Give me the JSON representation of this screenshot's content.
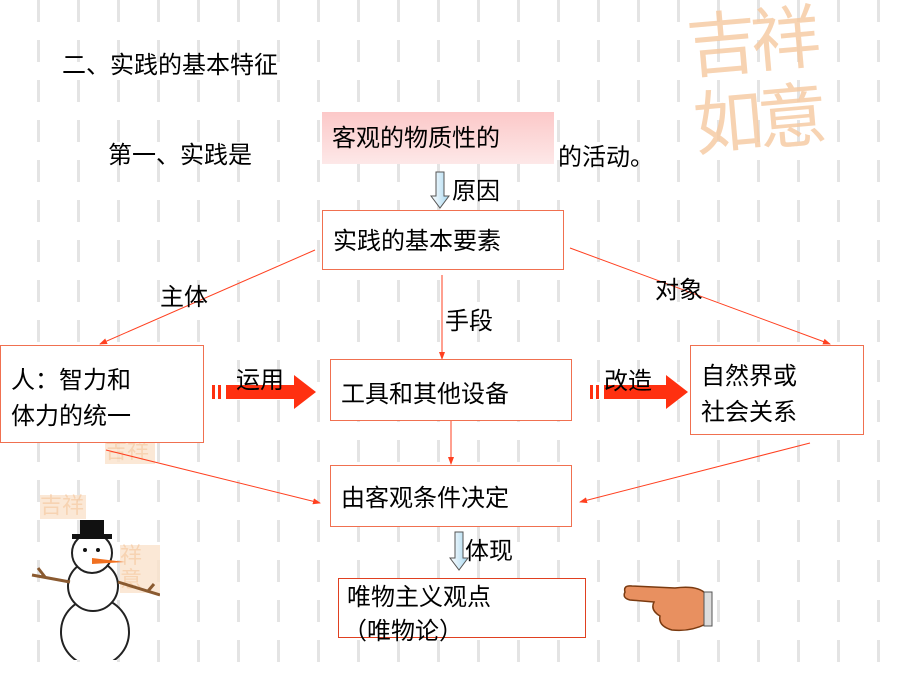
{
  "heading": "二、实践的基本特征",
  "line1": {
    "prefix": "第一、实践是",
    "highlight": "客观的物质性的",
    "suffix": "的活动。"
  },
  "label_reason": "原因",
  "boxes": {
    "elements": "实践的基本要素",
    "subject": [
      "人：智力和",
      "体力的统一"
    ],
    "tools": "工具和其他设备",
    "object": [
      "自然界或",
      "社会关系"
    ],
    "decided": "由客观条件决定",
    "materialism": [
      "唯物主义观点",
      "（唯物论）"
    ]
  },
  "labels": {
    "subject": "主体",
    "object": "对象",
    "means": "手段",
    "use": "运用",
    "transform": "改造",
    "embody": "体现"
  },
  "decor": {
    "seal_text": "吉祥如意"
  },
  "colors": {
    "line": "#ff4020",
    "box_border": "#f07050",
    "highlight": "#fcd0d0",
    "arrow": "#ff3010"
  }
}
